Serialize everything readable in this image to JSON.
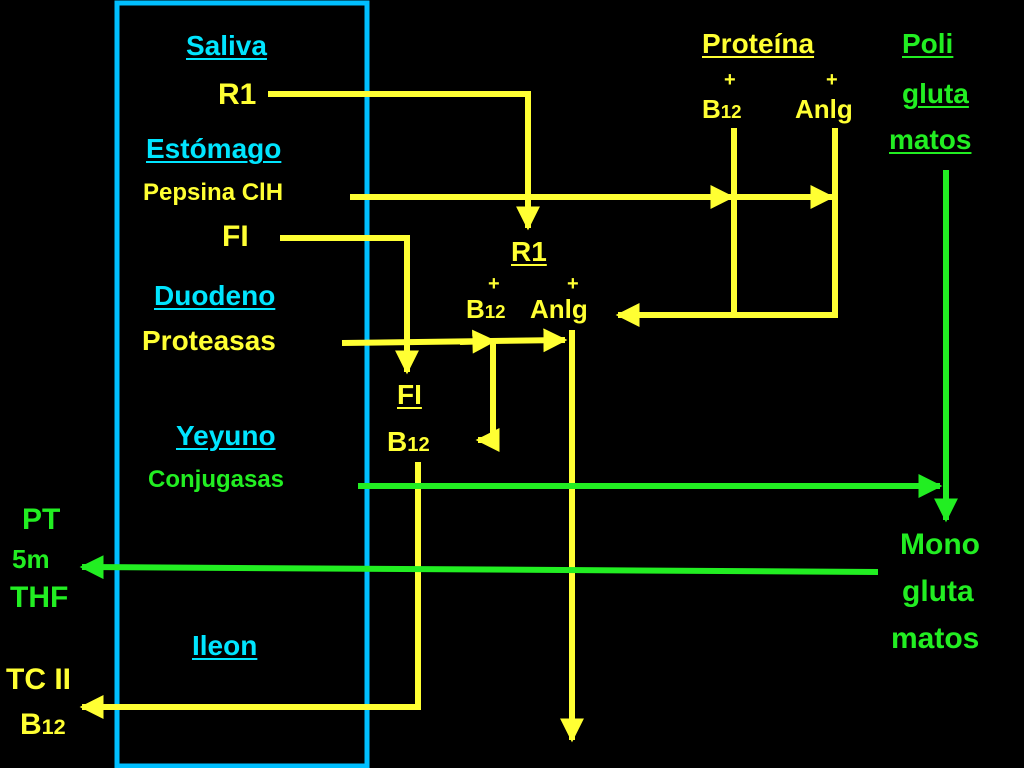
{
  "colors": {
    "background": "#000000",
    "organ_box": "#00bfff",
    "organ_labels": "#00e5ff",
    "b12_path": "#ffff33",
    "folate_path": "#22ee22"
  },
  "organs": {
    "saliva": "Saliva",
    "estomago": "Estómago",
    "duodeno": "Duodeno",
    "yeyuno": "Yeyuno",
    "ileon": "Ileon"
  },
  "secretions": {
    "r1": "R1",
    "pepsina": "Pepsina ClH",
    "fi": "FI",
    "proteasas": "Proteasas",
    "conjugasas": "Conjugasas"
  },
  "complexes": {
    "proteina": {
      "title": "Proteína",
      "plus": "+",
      "b": "B",
      "b_sub": "12",
      "anlg": "Anlg"
    },
    "r1_complex": {
      "title": "R1",
      "plus": "+",
      "b": "B",
      "b_sub": "12",
      "anlg": "Anlg"
    },
    "fi_complex": {
      "title": "FI",
      "b": "B",
      "b_sub": "12"
    }
  },
  "folates": {
    "poli": [
      "Poli",
      "gluta",
      "matos"
    ],
    "mono": [
      "Mono",
      "gluta",
      "matos"
    ]
  },
  "outputs": {
    "pt": "PT",
    "five_m": "5m",
    "thf": "THF",
    "tc_ii": "TC II",
    "b12_b": "B",
    "b12_sub": "12"
  }
}
